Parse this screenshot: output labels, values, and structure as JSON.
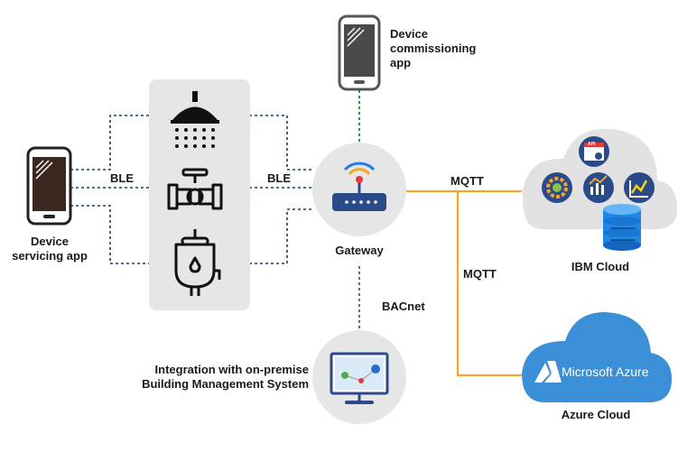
{
  "labels": {
    "device_commissioning_app": [
      "Device",
      "commissioning",
      "app"
    ],
    "device_servicing_app": [
      "Device",
      "servicing app"
    ],
    "ble_left": "BLE",
    "ble_right": "BLE",
    "gateway": "Gateway",
    "mqtt_top": "MQTT",
    "mqtt_bottom": "MQTT",
    "bacnet": "BACnet",
    "ibm_cloud": "IBM Cloud",
    "azure_cloud": "Azure Cloud",
    "microsoft_azure_logo": "Microsoft Azure",
    "api_badge": "API",
    "bms_integration": [
      "Integration with on-premise",
      "Building Management System"
    ]
  },
  "colors": {
    "dotted_link": "#1f3a5f",
    "bacnet_link": "#2e7d32",
    "mqtt_link": "#f5a623",
    "device_panel": "#e6e6e6",
    "azure_cloud": "#3a8fd6",
    "ibm_cloud": "#e2e2e2",
    "gateway_router": "#2b4a8a"
  },
  "icons": [
    "smartphone-icon",
    "shower-icon",
    "valve-pipe-icon",
    "urinal-icon",
    "router-icon",
    "monitor-icon",
    "gear-icon",
    "analytics-icon",
    "line-chart-icon",
    "database-icon",
    "api-icon",
    "azure-logo-icon"
  ]
}
